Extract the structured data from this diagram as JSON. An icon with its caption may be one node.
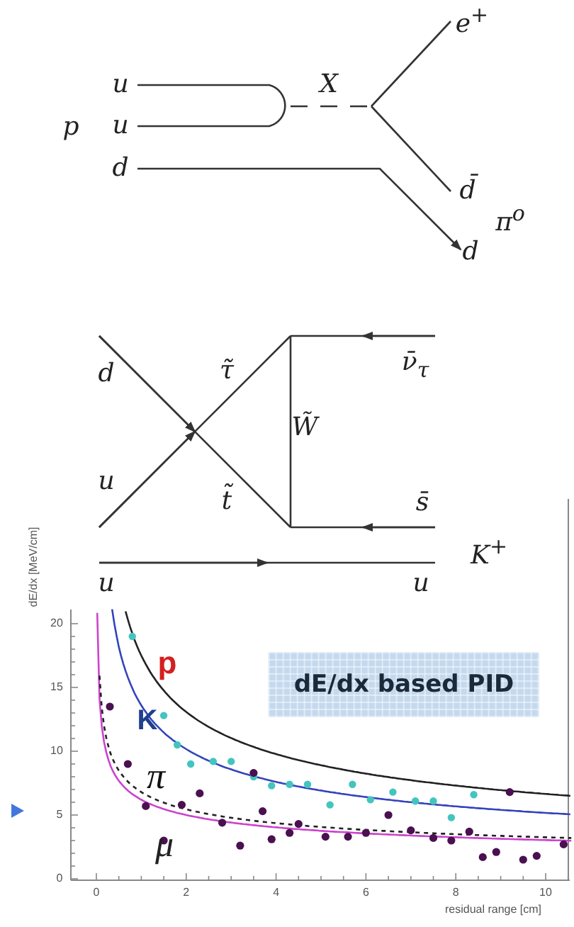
{
  "diagram": {
    "labels": [
      "u",
      "X",
      "e$^{+}$",
      "p",
      "u",
      "d",
      "d̄",
      "π$^{o}$",
      "d",
      "d",
      "τ̃",
      "ν̄$_{τ}$",
      "W̃",
      "u",
      "t̃",
      "s̄",
      "K$^{+}$",
      "u",
      "u",
      "dE/dx [MeV/cm]",
      "20",
      "15",
      "10",
      "5",
      "0",
      "0",
      "2",
      "4",
      "6",
      "8",
      "10",
      "residual range [cm]",
      "p",
      "K",
      "π",
      "μ",
      "dE/dx based PID"
    ]
  }
}
